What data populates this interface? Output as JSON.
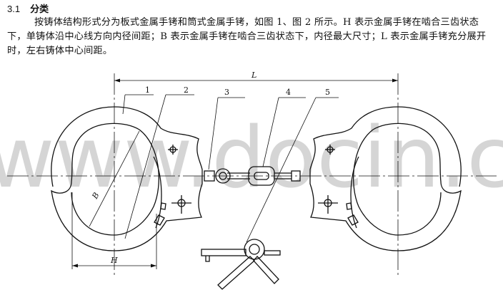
{
  "section": {
    "number": "3.1",
    "title": "分类"
  },
  "paragraph": "按铸体结构形式分为板式金属手铐和筒式金属手铐，如图 1、图 2 所示。H 表示金属手铐在啮合三齿状态下，单铸体沿中心线方向内径间距；B 表示金属手铐在啮合三齿状态下，内径最大尺寸；L 表示金属手铐充分展开时，左右铸体中心间距。",
  "figure": {
    "part_labels": [
      "1",
      "2",
      "3",
      "4",
      "5"
    ],
    "dimension_labels": {
      "L": "L",
      "B": "B",
      "H": "H"
    }
  },
  "watermark": "www.docin.com"
}
